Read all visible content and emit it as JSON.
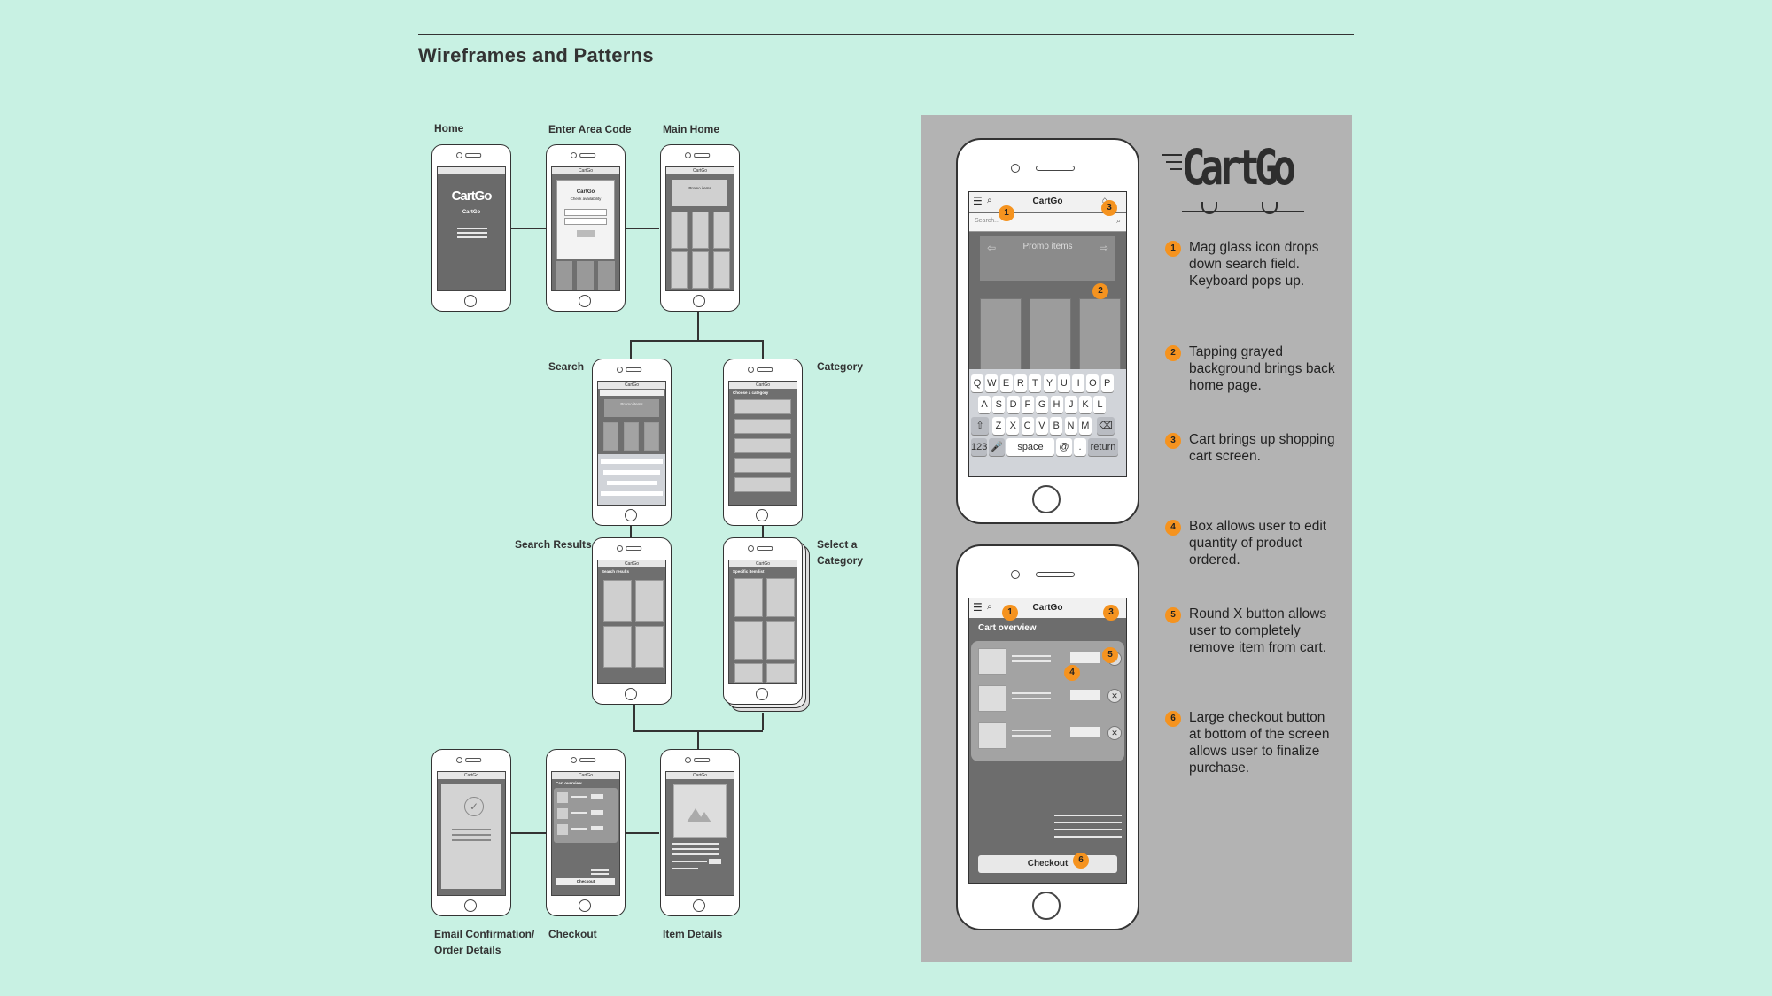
{
  "heading": "Wireframes and Patterns",
  "labels": {
    "home": "Home",
    "area_code": "Enter Area Code",
    "main_home": "Main Home",
    "search": "Search",
    "category": "Category",
    "search_results": "Search Results",
    "select_category_1": "Select a",
    "select_category_2": "Category",
    "email_1": "Email Confirmation/",
    "email_2": "Order Details",
    "checkout": "Checkout",
    "item_details": "Item Details"
  },
  "mini": {
    "app_name": "CartGo",
    "check_avail": "Check availability",
    "promo": "Promo items",
    "choose_category": "Choose a category",
    "search_results": "Search results",
    "specific_list": "Specific item list",
    "cart_overview": "Cart overview",
    "checkout": "Checkout"
  },
  "phone1": {
    "app_title": "CartGo",
    "search_placeholder": "Search...",
    "promo": "Promo items",
    "kb_row1": [
      "Q",
      "W",
      "E",
      "R",
      "T",
      "Y",
      "U",
      "I",
      "O",
      "P"
    ],
    "kb_row2": [
      "A",
      "S",
      "D",
      "F",
      "G",
      "H",
      "J",
      "K",
      "L"
    ],
    "kb_row3": [
      "Z",
      "X",
      "C",
      "V",
      "B",
      "N",
      "M"
    ],
    "kb_123": "123",
    "kb_space": "space",
    "kb_at": "@",
    "kb_dot": ".",
    "kb_return": "return"
  },
  "phone2": {
    "app_title": "CartGo",
    "cart_overview": "Cart overview",
    "checkout": "Checkout"
  },
  "logo_text": "CartGo",
  "notes": [
    {
      "num": "1",
      "text": "Mag glass icon drops down search field. Keyboard pops up."
    },
    {
      "num": "2",
      "text": "Tapping grayed background brings back home page."
    },
    {
      "num": "3",
      "text": "Cart brings up shopping cart screen."
    },
    {
      "num": "4",
      "text": "Box allows user to edit quantity of product ordered."
    },
    {
      "num": "5",
      "text": "Round X button allows user to completely remove item from cart."
    },
    {
      "num": "6",
      "text": "Large checkout button at bottom of the screen allows user to finalize purchase."
    }
  ],
  "colors": {
    "background": "#c8f1e3",
    "panel": "#b3b3b3",
    "accent": "#f5931f",
    "screen": "#6f6f6f"
  }
}
